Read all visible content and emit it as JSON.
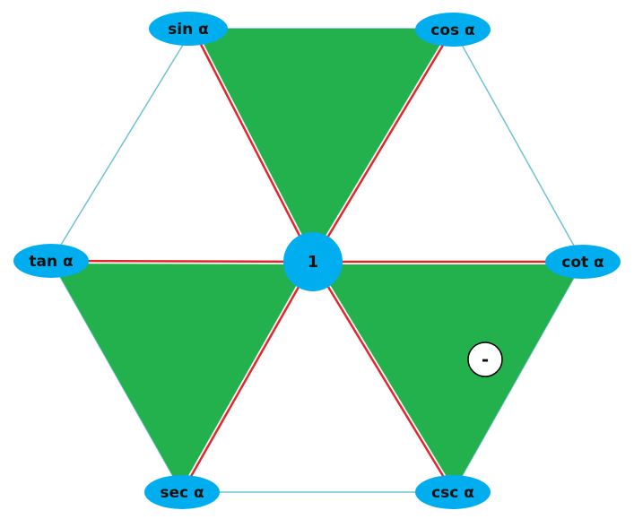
{
  "diagram": {
    "center_label": "1",
    "nodes": [
      {
        "key": "sin",
        "label": "sin α"
      },
      {
        "key": "cos",
        "label": "cos α"
      },
      {
        "key": "tan",
        "label": "tan α"
      },
      {
        "key": "cot",
        "label": "cot α"
      },
      {
        "key": "sec",
        "label": "sec α"
      },
      {
        "key": "csc",
        "label": "csc α"
      }
    ],
    "sign_marker": "-",
    "colors": {
      "node_fill": "#00aeef",
      "triangle_fill": "#22b14c",
      "hexagon_edge": "#6ec1d6",
      "spoke_red": "#e3262d",
      "spoke_white": "#ffffff",
      "marker_fill": "#ffffff",
      "marker_stroke": "#000000"
    }
  }
}
